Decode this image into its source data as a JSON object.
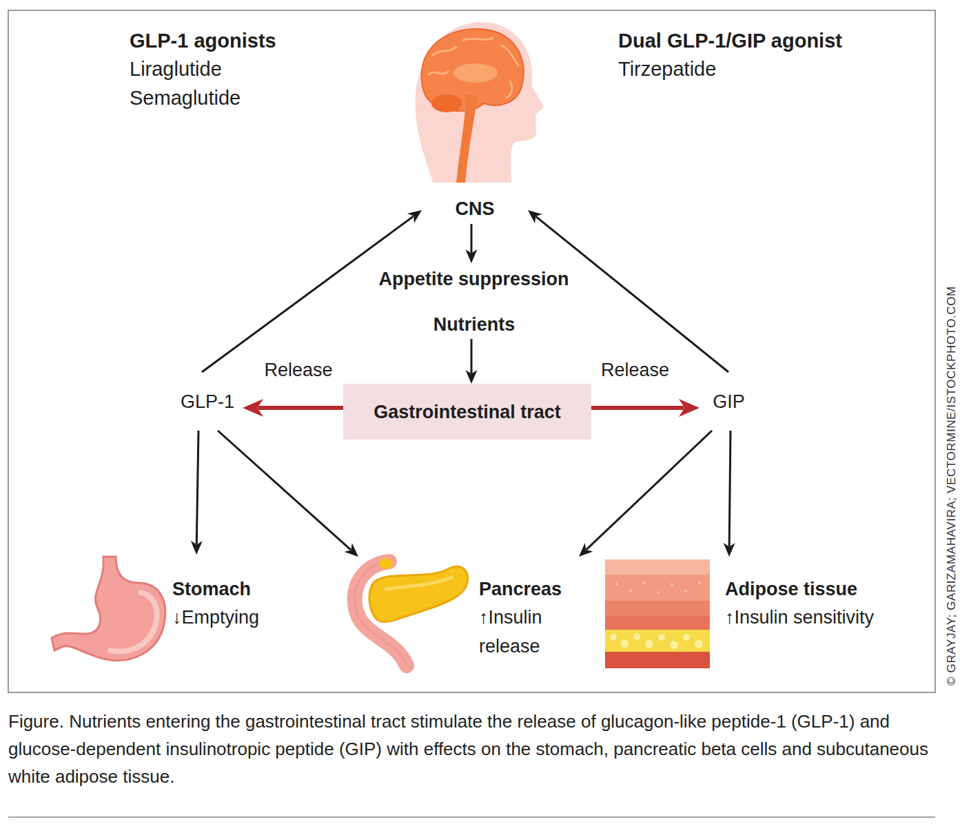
{
  "diagram": {
    "caption": "Figure. Nutrients entering the gastrointestinal tract stimulate the release of glucagon-like peptide-1 (GLP-1) and glucose-dependent insulinotropic peptide (GIP) with effects on the stomach, pancreatic beta cells and subcutaneous white adipose tissue.",
    "nodes": [
      {
        "text": [
          "CNS"
        ]
      },
      {
        "text": [
          "Appetite suppression"
        ]
      },
      {
        "text": [
          "Nutrients"
        ]
      },
      {
        "text": [
          "GLP-1"
        ]
      },
      {
        "text": [
          "Gastrointestinal tract"
        ]
      },
      {
        "text": [
          "GIP"
        ]
      },
      {
        "text": [
          "Stomach",
          "↓Emptying"
        ]
      },
      {
        "text": [
          "Pancreas",
          "↑Insulin release"
        ]
      },
      {
        "text": [
          "Adipose tissue",
          "↑Insulin sensitivity"
        ]
      }
    ],
    "edges": [
      {
        "from": 3,
        "to": 0,
        "arrow": "to"
      },
      {
        "from": 5,
        "to": 0,
        "arrow": "to"
      },
      {
        "from": 0,
        "to": 1,
        "arrow": "to"
      },
      {
        "from": 2,
        "to": 4,
        "arrow": "to"
      },
      {
        "from": 4,
        "to": 3,
        "label": "Release",
        "arrow": "to"
      },
      {
        "from": 4,
        "to": 5,
        "label": "Release",
        "arrow": "to"
      },
      {
        "from": 3,
        "to": 6,
        "arrow": "to"
      },
      {
        "from": 3,
        "to": 7,
        "arrow": "to"
      },
      {
        "from": 5,
        "to": 7,
        "arrow": "to"
      },
      {
        "from": 5,
        "to": 8,
        "arrow": "to"
      }
    ],
    "labels": [
      "GLP-1 agonists",
      "Liraglutide",
      "Semaglutide",
      "Dual GLP-1/GIP agonist",
      "Tirzepatide",
      "© GRAYJAY; GARIZAMAHAVIRA; VECTORMINE/ISTOCKPHOTO.COM"
    ]
  }
}
